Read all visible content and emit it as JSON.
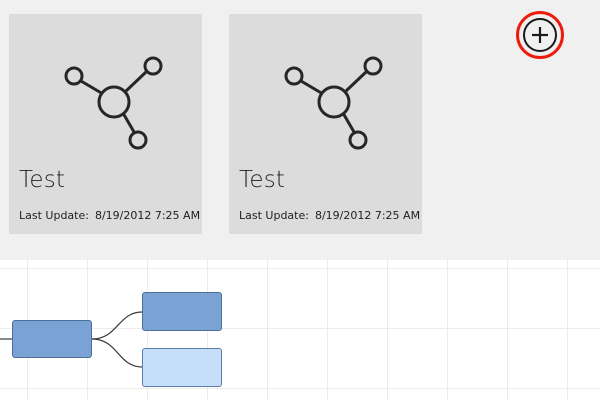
{
  "projects": [
    {
      "title": "Test",
      "last_update_label": "Last Update:",
      "last_update_value": "8/19/2012 7:25 AM",
      "icon": "graph-network-icon"
    },
    {
      "title": "Test",
      "last_update_label": "Last Update:",
      "last_update_value": "8/19/2012 7:25 AM",
      "icon": "graph-network-icon"
    }
  ],
  "add_button": {
    "icon": "plus-circle-icon",
    "highlight_color": "#ee1c0c"
  },
  "mindmap": {
    "nodes": [
      {
        "id": "root",
        "label": "",
        "color": "#7aa2d4"
      },
      {
        "id": "child-1",
        "label": "",
        "color": "#7aa2d4"
      },
      {
        "id": "child-2",
        "label": "",
        "color": "#c6def9"
      }
    ]
  },
  "colors": {
    "panel_background": "#f0f0f0",
    "tile_background": "#dcdcdc",
    "node_blue": "#7aa2d4",
    "node_light_blue": "#c6def9"
  }
}
